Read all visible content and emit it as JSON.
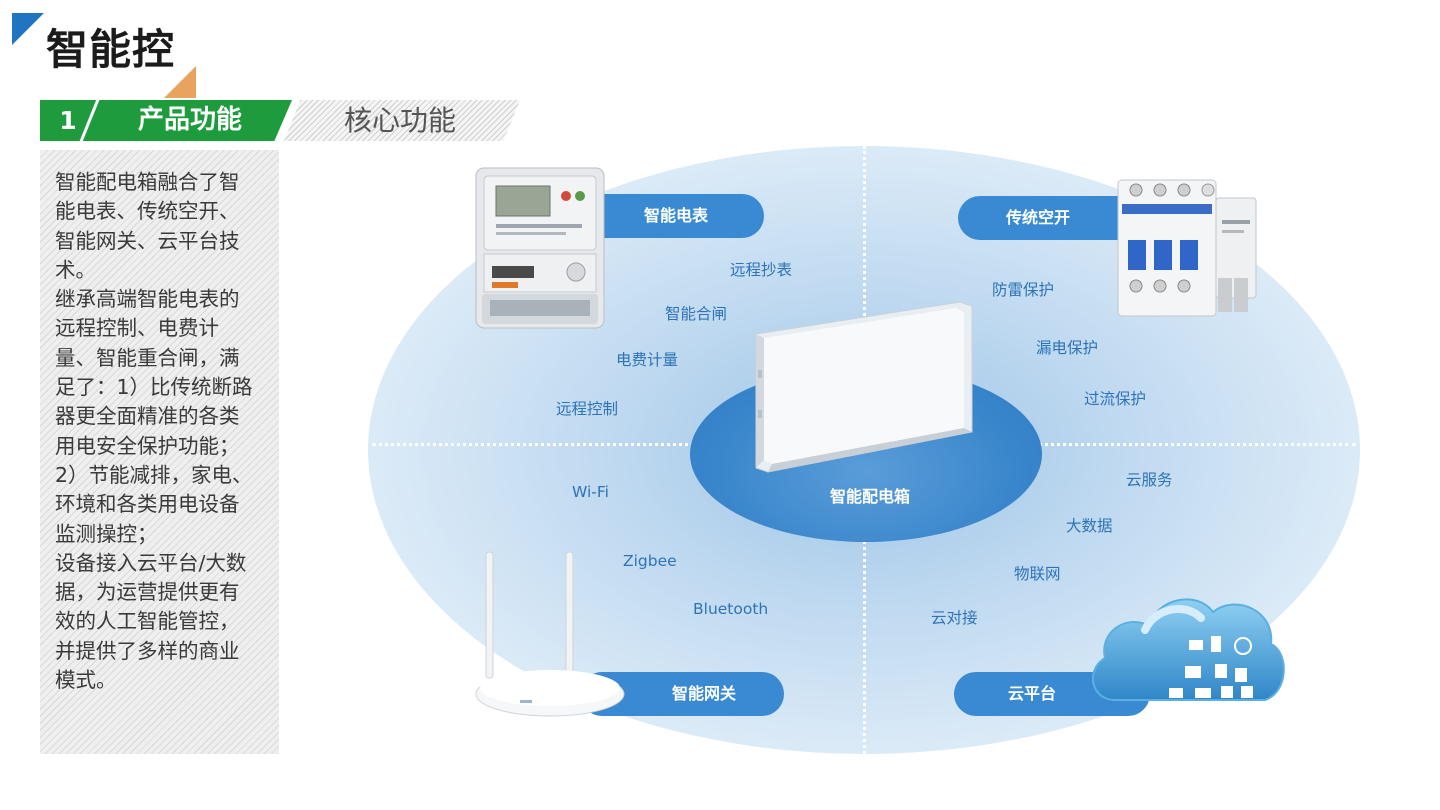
{
  "header": {
    "title": "智能控"
  },
  "section_tab": {
    "number": "1",
    "label": "产品功能",
    "subtitle": "核心功能"
  },
  "description": "智能配电箱融合了智能电表、传统空开、智能网关、云平台技术。\n继承高端智能电表的远程控制、电费计量、智能重合闸，满足了：1）比传统断路器更全面精准的各类用电安全保护功能；2）节能减排，家电、环境和各类用电设备监测操控；\n设备接入云平台/大数据，为运营提供更有效的人工智能管控，并提供了多样的商业模式。",
  "diagram": {
    "center": "智能配电箱",
    "quadrants": [
      {
        "title": "智能电表",
        "items": [
          "远程抄表",
          "智能合闸",
          "电费计量",
          "远程控制"
        ]
      },
      {
        "title": "传统空开",
        "items": [
          "防雷保护",
          "漏电保护",
          "过流保护"
        ]
      },
      {
        "title": "智能网关",
        "items": [
          "Wi-Fi",
          "Zigbee",
          "Bluetooth"
        ]
      },
      {
        "title": "云平台",
        "items": [
          "云服务",
          "大数据",
          "物联网",
          "云对接"
        ]
      }
    ]
  },
  "colors": {
    "accent_blue": "#1f75c2",
    "accent_green": "#1e9b3c",
    "accent_orange": "#e8a45e",
    "pill_blue": "#3a8ad3",
    "label_blue": "#2e73b8"
  }
}
